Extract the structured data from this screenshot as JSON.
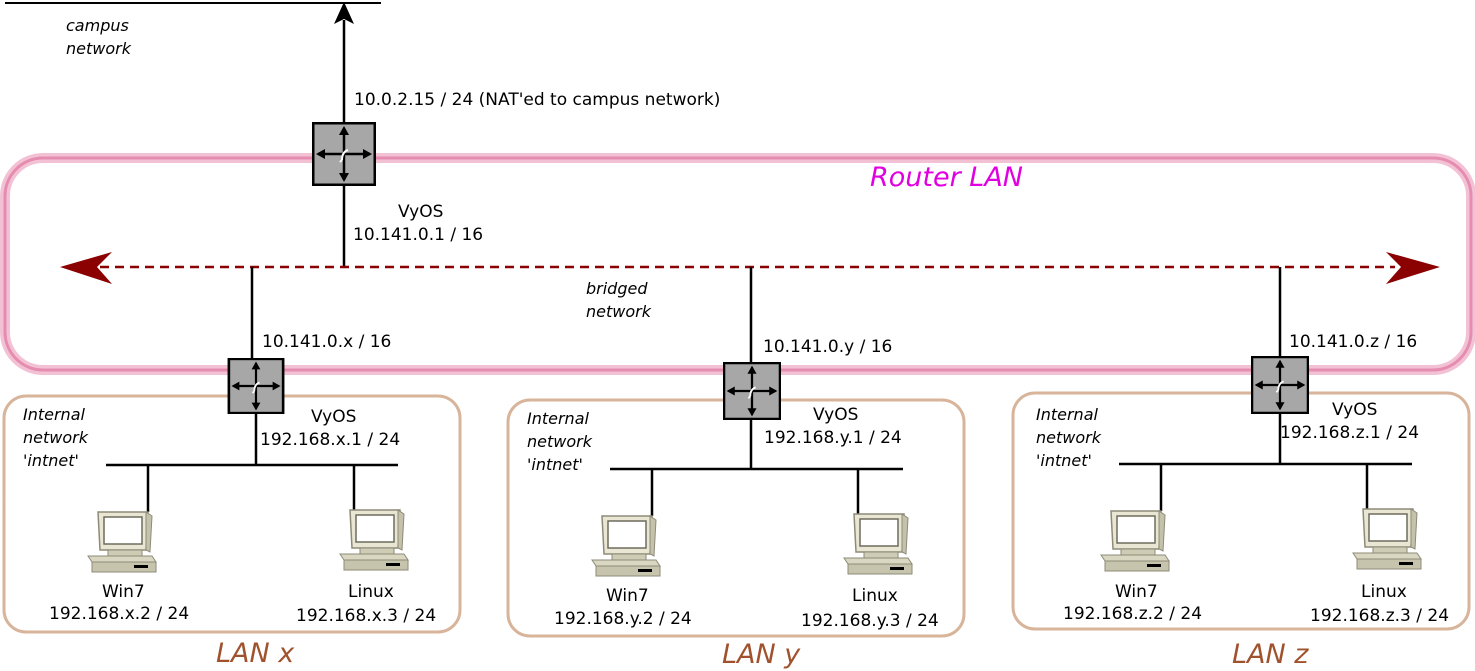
{
  "colors": {
    "router_lan": "#e58cb0",
    "router_lan_text": "#e000e0",
    "lan_box": "#d7b49a",
    "lan_text": "#a0522d",
    "bridge": "#8b0000",
    "router_fill": "#a7a7a7"
  },
  "icons": {
    "router": "router-icon",
    "pc": "desktop-computer-icon"
  },
  "campus": {
    "label_line1": "campus",
    "label_line2": "network"
  },
  "gateway": {
    "nat_label": "10.0.2.15 / 24 (NAT'ed to campus network)",
    "name": "VyOS",
    "ip": "10.141.0.1 / 16"
  },
  "router_lan": {
    "label": "Router LAN",
    "bridged_line1": "bridged",
    "bridged_line2": "network"
  },
  "lans": [
    {
      "label": "LAN x",
      "router_wan_ip": "10.141.0.x / 16",
      "router_name": "VyOS",
      "router_lan_ip": "192.168.x.1 / 24",
      "internal_line1": "Internal",
      "internal_line2": "network",
      "internal_line3": "'intnet'",
      "win_name": "Win7",
      "win_ip": "192.168.x.2 / 24",
      "linux_name": "Linux",
      "linux_ip": "192.168.x.3 / 24"
    },
    {
      "label": "LAN y",
      "router_wan_ip": "10.141.0.y / 16",
      "router_name": "VyOS",
      "router_lan_ip": "192.168.y.1 / 24",
      "internal_line1": "Internal",
      "internal_line2": "network",
      "internal_line3": "'intnet'",
      "win_name": "Win7",
      "win_ip": "192.168.y.2 / 24",
      "linux_name": "Linux",
      "linux_ip": "192.168.y.3 / 24"
    },
    {
      "label": "LAN z",
      "router_wan_ip": "10.141.0.z / 16",
      "router_name": "VyOS",
      "router_lan_ip": "192.168.z.1 / 24",
      "internal_line1": "Internal",
      "internal_line2": "network",
      "internal_line3": "'intnet'",
      "win_name": "Win7",
      "win_ip": "192.168.z.2 / 24",
      "linux_name": "Linux",
      "linux_ip": "192.168.z.3 / 24"
    }
  ]
}
